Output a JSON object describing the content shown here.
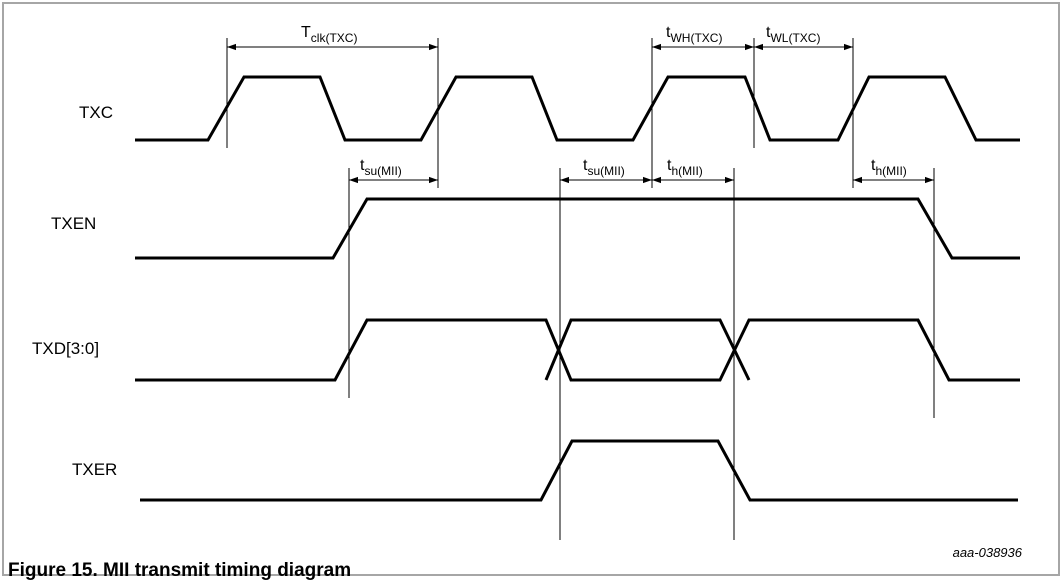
{
  "signals": [
    {
      "id": "txc",
      "label": "TXC"
    },
    {
      "id": "txen",
      "label": "TXEN"
    },
    {
      "id": "txd",
      "label": "TXD[3:0]"
    },
    {
      "id": "txer",
      "label": "TXER"
    }
  ],
  "parameters": {
    "tclk": {
      "main": "T",
      "sub": "clk(TXC)"
    },
    "twh": {
      "main": "t",
      "sub": "WH(TXC)"
    },
    "twl": {
      "main": "t",
      "sub": "WL(TXC)"
    },
    "tsu": {
      "main": "t",
      "sub": "su(MII)"
    },
    "th": {
      "main": "t",
      "sub": "h(MII)"
    }
  },
  "figure_id": "aaa-038936",
  "caption": "Figure 15. MII transmit timing diagram",
  "colors": {
    "line": "#000000",
    "background": "#ffffff",
    "frame": "#a6a6a6"
  }
}
